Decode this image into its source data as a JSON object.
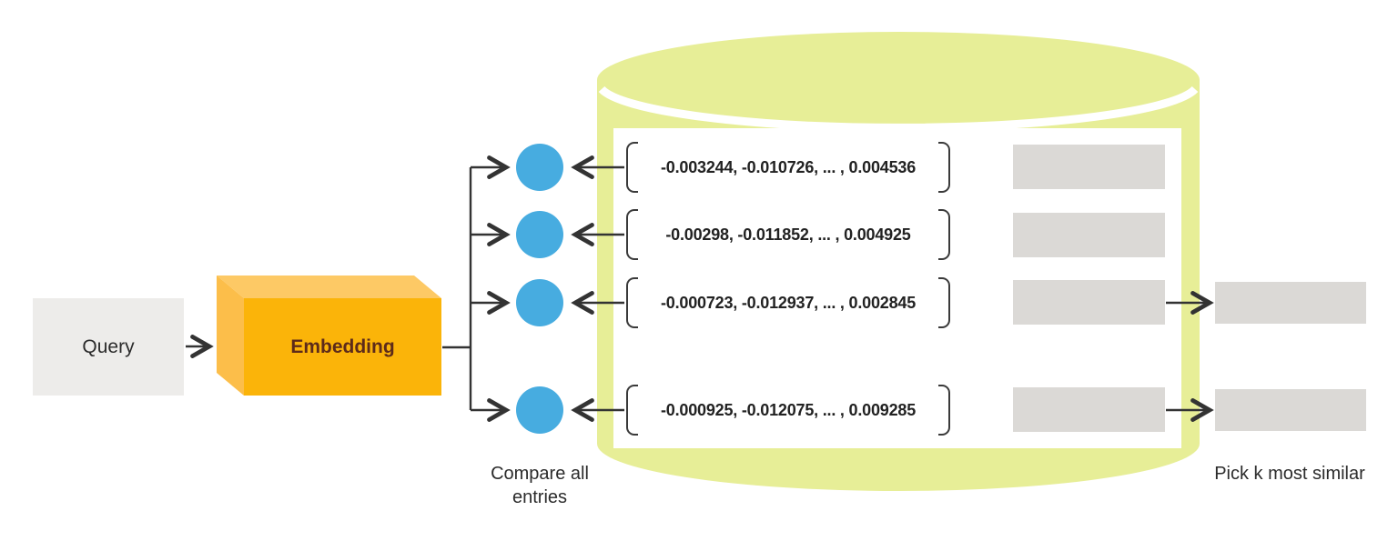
{
  "query": {
    "label": "Query"
  },
  "embedding": {
    "label": "Embedding"
  },
  "labels": {
    "compare": "Compare all entries",
    "pick": "Pick k most similar"
  },
  "vectors": [
    "-0.003244, -0.010726, ... , 0.004536",
    "-0.00298, -0.011852, ... , 0.004925",
    "-0.000723, -0.012937, ... , 0.002845",
    "-0.000925, -0.012075, ... , 0.009285"
  ],
  "colors": {
    "cylinder": "#e7ee97",
    "compare_node": "#47ace0",
    "embedding_front": "#fbb409",
    "embedding_top": "#fdc965",
    "embedding_left": "#fcbe4a",
    "embedding_text": "#5d2b1a",
    "query_box": "#edecea",
    "placeholder": "#dbd9d6",
    "arrow": "#333333",
    "text": "#2b2b2b"
  }
}
